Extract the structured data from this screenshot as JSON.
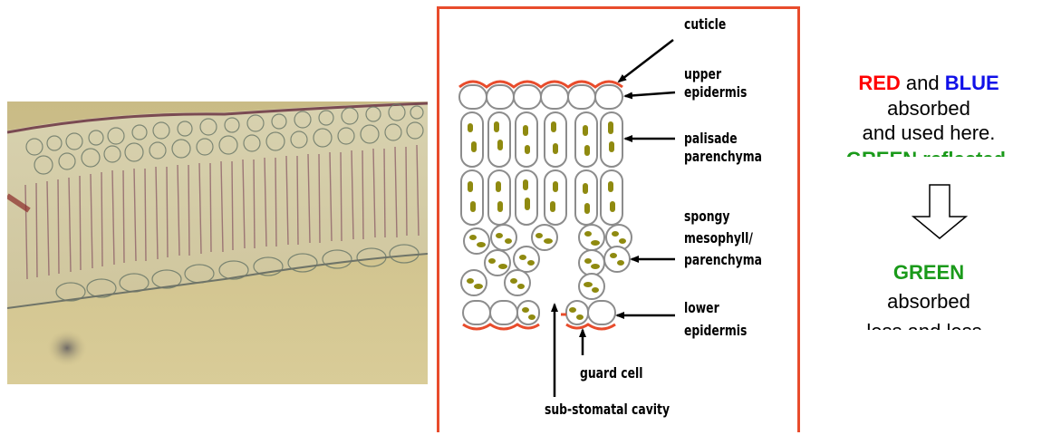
{
  "diagram": {
    "labels": {
      "cuticle": "cuticle",
      "upper1": "upper",
      "upper2": "epidermis",
      "palisade1": "palisade",
      "palisade2": "parenchyma",
      "spongy1": "spongy",
      "spongy2": "mesophyll/",
      "spongy3": "parenchyma",
      "lower1": "lower",
      "lower2": "epidermis",
      "guard": "guard cell",
      "substomatal": "sub-stomatal cavity"
    }
  },
  "annotation": {
    "red_word": "RED",
    "and_word": "and",
    "blue_word": "BLUE",
    "absorbed_1": "absorbed",
    "used_here": "and used here.",
    "green_clipped": "GREEN reflected.",
    "green_word": "GREEN",
    "absorbed_2": "absorbed",
    "clipped_bottom": "less and less",
    "icon": "down-arrow-outline-icon"
  },
  "colors": {
    "frame": "#e84c2c",
    "chloroplast": "#8f8a10",
    "red": "#ff0000",
    "blue": "#1010e8",
    "green": "#1a9a1a"
  }
}
